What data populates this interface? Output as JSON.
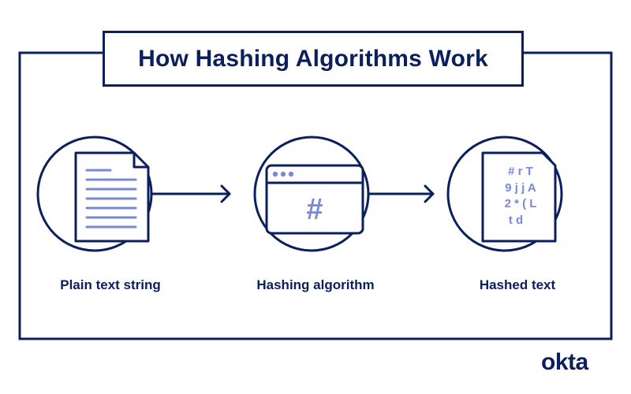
{
  "title": "How Hashing Algorithms Work",
  "steps": [
    {
      "label": "Plain text string",
      "icon": "document-icon"
    },
    {
      "label": "Hashing algorithm",
      "icon": "browser-window-hash-icon"
    },
    {
      "label": "Hashed text",
      "icon": "hashed-document-icon"
    }
  ],
  "hash_symbol": "#",
  "hashed_lines": [
    "# r T",
    "9 j j A",
    "2 * ( L",
    "t d"
  ],
  "brand": "okta",
  "colors": {
    "navy": "#0b1f5c",
    "accent": "#7b88d6",
    "background": "#ffffff"
  }
}
